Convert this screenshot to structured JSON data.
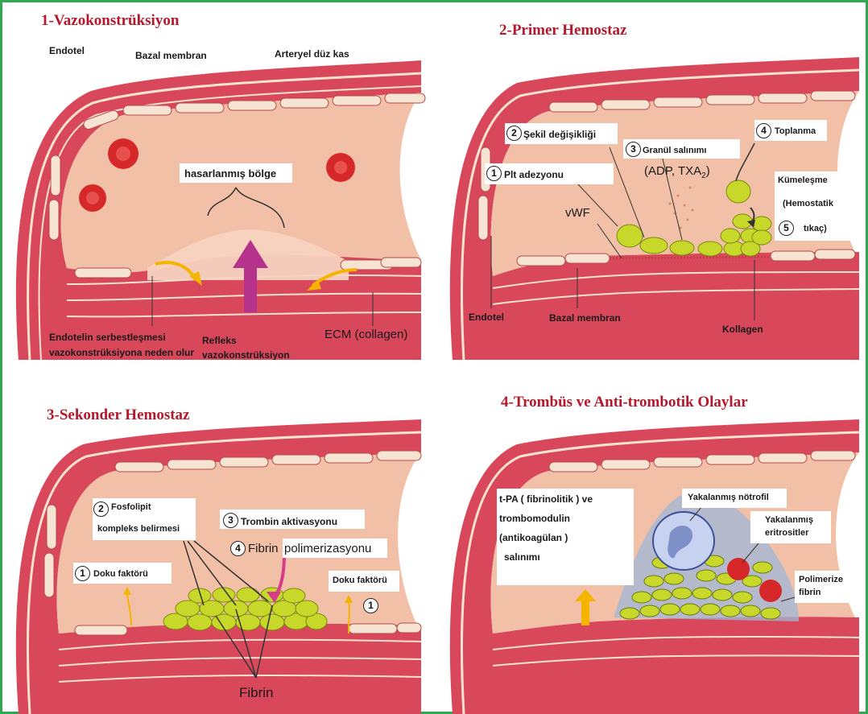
{
  "colors": {
    "frame": "#2fa84f",
    "title": "#b5182b",
    "vessel_lumen": "#f2c0a6",
    "vessel_wall": "#d9485a",
    "endothelium": "#f7e3d2",
    "platelet": "#c8d82a",
    "arrow_yellow": "#f4b400",
    "arrow_magenta": "#b5338a"
  },
  "panel1": {
    "title": "1-Vazokonstrüksiyon",
    "labels": {
      "endotel": "Endotel",
      "bazal_membran": "Bazal membran",
      "arteryel_duz_kas": "Arteryel düz kas",
      "hasarlanmis_bolge": "hasarlanmış bölge",
      "endotelin_1": "Endotelin serbestleşmesi",
      "endotelin_2": "vazokonstrüksiyona neden olur",
      "refleks_1": "Refleks",
      "refleks_2": "vazokonstrüksiyon",
      "ecm": "ECM (collagen)"
    },
    "icons": [
      "red-blood-cell-icon",
      "yellow-arrow-icon",
      "magenta-arrow-icon"
    ]
  },
  "panel2": {
    "title": "2-Primer Hemostaz",
    "steps": [
      {
        "num": "1",
        "label": "Plt adezyonu"
      },
      {
        "num": "2",
        "label": "Şekil değişikliği"
      },
      {
        "num": "3",
        "label": "Granül salınımı"
      },
      {
        "num": "4",
        "label": "Toplanma"
      },
      {
        "num": "5",
        "label": "tıkaç)"
      }
    ],
    "labels": {
      "adp_txa": "(ADP, TXA",
      "adp_sub": "2",
      "adp_close": ")",
      "vwf": "vWF",
      "kumelesme": "Kümeleşme",
      "hemostatik": "(Hemostatik",
      "endotel": "Endotel",
      "bazal_membran": "Bazal membran",
      "kollagen": "Kollagen"
    }
  },
  "panel3": {
    "title": "3-Sekonder Hemostaz",
    "steps": [
      {
        "num": "1",
        "label": "Doku faktörü"
      },
      {
        "num": "2",
        "label": "Fosfolipit"
      },
      {
        "num": "3",
        "label": "Trombin aktivasyonu"
      },
      {
        "num": "4",
        "label": "Fibrin polimerizasyonu"
      },
      {
        "num": "1",
        "label": "Doku faktörü"
      }
    ],
    "labels": {
      "kompleks": "kompleks belirmesi",
      "fibrin_big": "Fibrin",
      "polimerizasyonu": "polimerizasyonu",
      "fibrin_bottom": "Fibrin"
    }
  },
  "panel4": {
    "title": "4-Trombüs ve Anti-trombotik Olaylar",
    "labels": {
      "tpa_1": "t-PA ( fibrinolitik )  ve",
      "tpa_2": "trombomodulin",
      "tpa_3": "(antikoagülan )",
      "tpa_4": "salınımı",
      "notrofil": "Yakalanmış nötrofil",
      "eritrosit_1": "Yakalanmış",
      "eritrosit_2": "eritrositler",
      "polimerize_1": "Polimerize",
      "polimerize_2": "fibrin"
    }
  }
}
